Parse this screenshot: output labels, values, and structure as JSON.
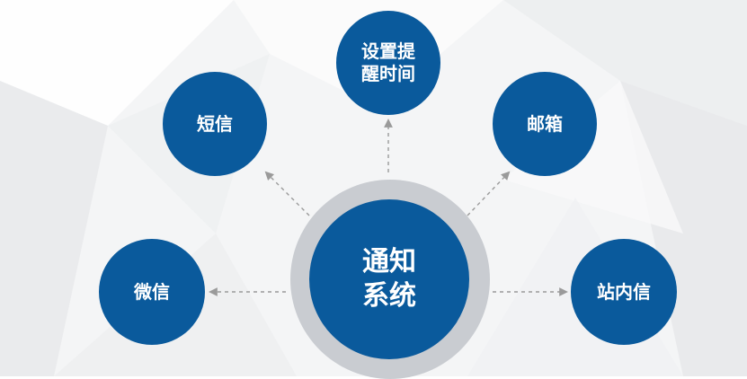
{
  "colors": {
    "node_fill": "#0a5a9c",
    "ring": "#c9ccd1",
    "arrow": "#9a9a9a",
    "label": "#ffffff",
    "background": "#f4f5f6"
  },
  "hub": {
    "line1": "通知",
    "line2": "系统"
  },
  "nodes": {
    "sms": "短信",
    "remind_time": "设置提醒时间",
    "email": "邮箱",
    "wechat": "微信",
    "inbox": "站内信"
  }
}
